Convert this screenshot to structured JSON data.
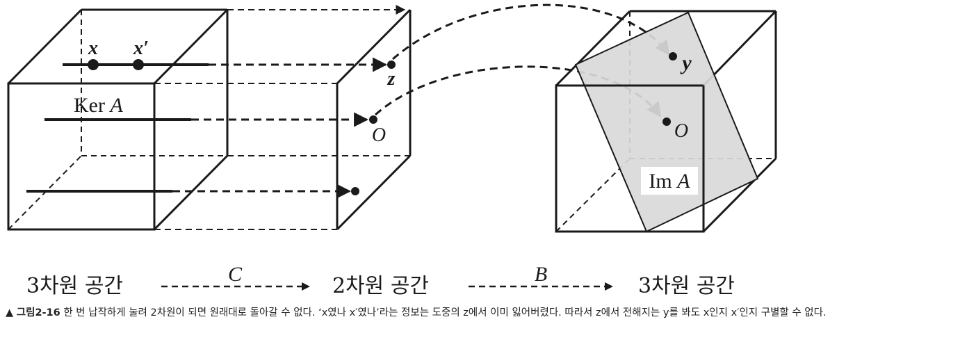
{
  "labels": {
    "x": "x",
    "x_prime": "x′",
    "ker": "Ker",
    "ker_sym": "A",
    "z": "z",
    "origin": "O",
    "y": "y",
    "im": "Im",
    "im_sym": "A"
  },
  "bottom": {
    "space1": "3차원 공간",
    "map1": "C",
    "space2": "2차원 공간",
    "map2": "B",
    "space3": "3차원 공간"
  },
  "caption": {
    "marker": "▲",
    "figure": "그림2-16",
    "text": "한 번 납작하게 눌려 2차원이 되면 원래대로 돌아갈 수 없다. ‘x였나 x′였나’라는 정보는 도중의 z에서 이미 잃어버렸다. 따라서 z에서 전해지는 y를 봐도 x인지 x′인지 구별할 수 없다."
  },
  "colors": {
    "ink": "#1a1a1a",
    "image_plane": "#d9d9d9"
  }
}
